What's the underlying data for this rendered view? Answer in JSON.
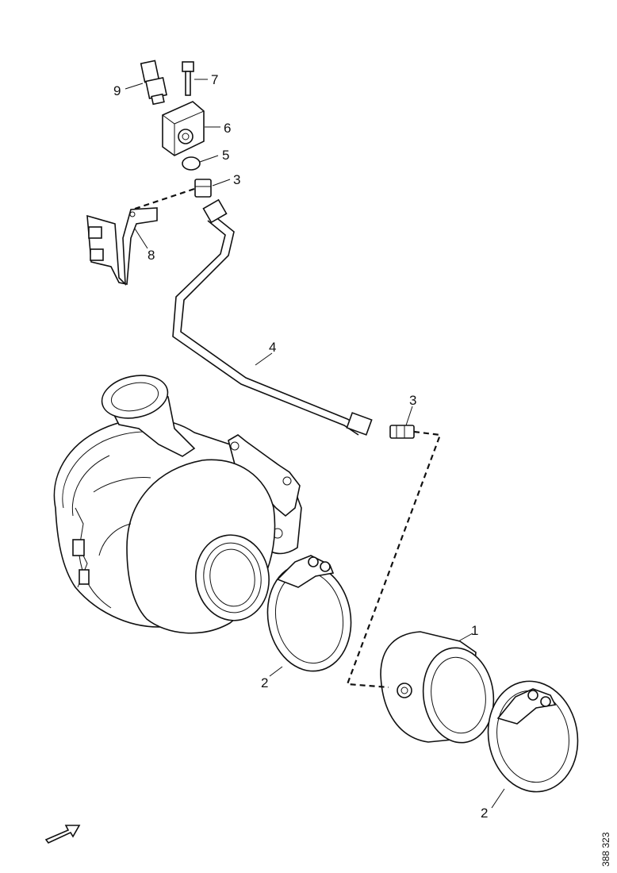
{
  "callouts": {
    "c1": "1",
    "c2a": "2",
    "c2b": "2",
    "c3a": "3",
    "c3b": "3",
    "c4": "4",
    "c5": "5",
    "c6": "6",
    "c7": "7",
    "c8": "8",
    "c9": "9"
  },
  "reference_number": "388 323"
}
